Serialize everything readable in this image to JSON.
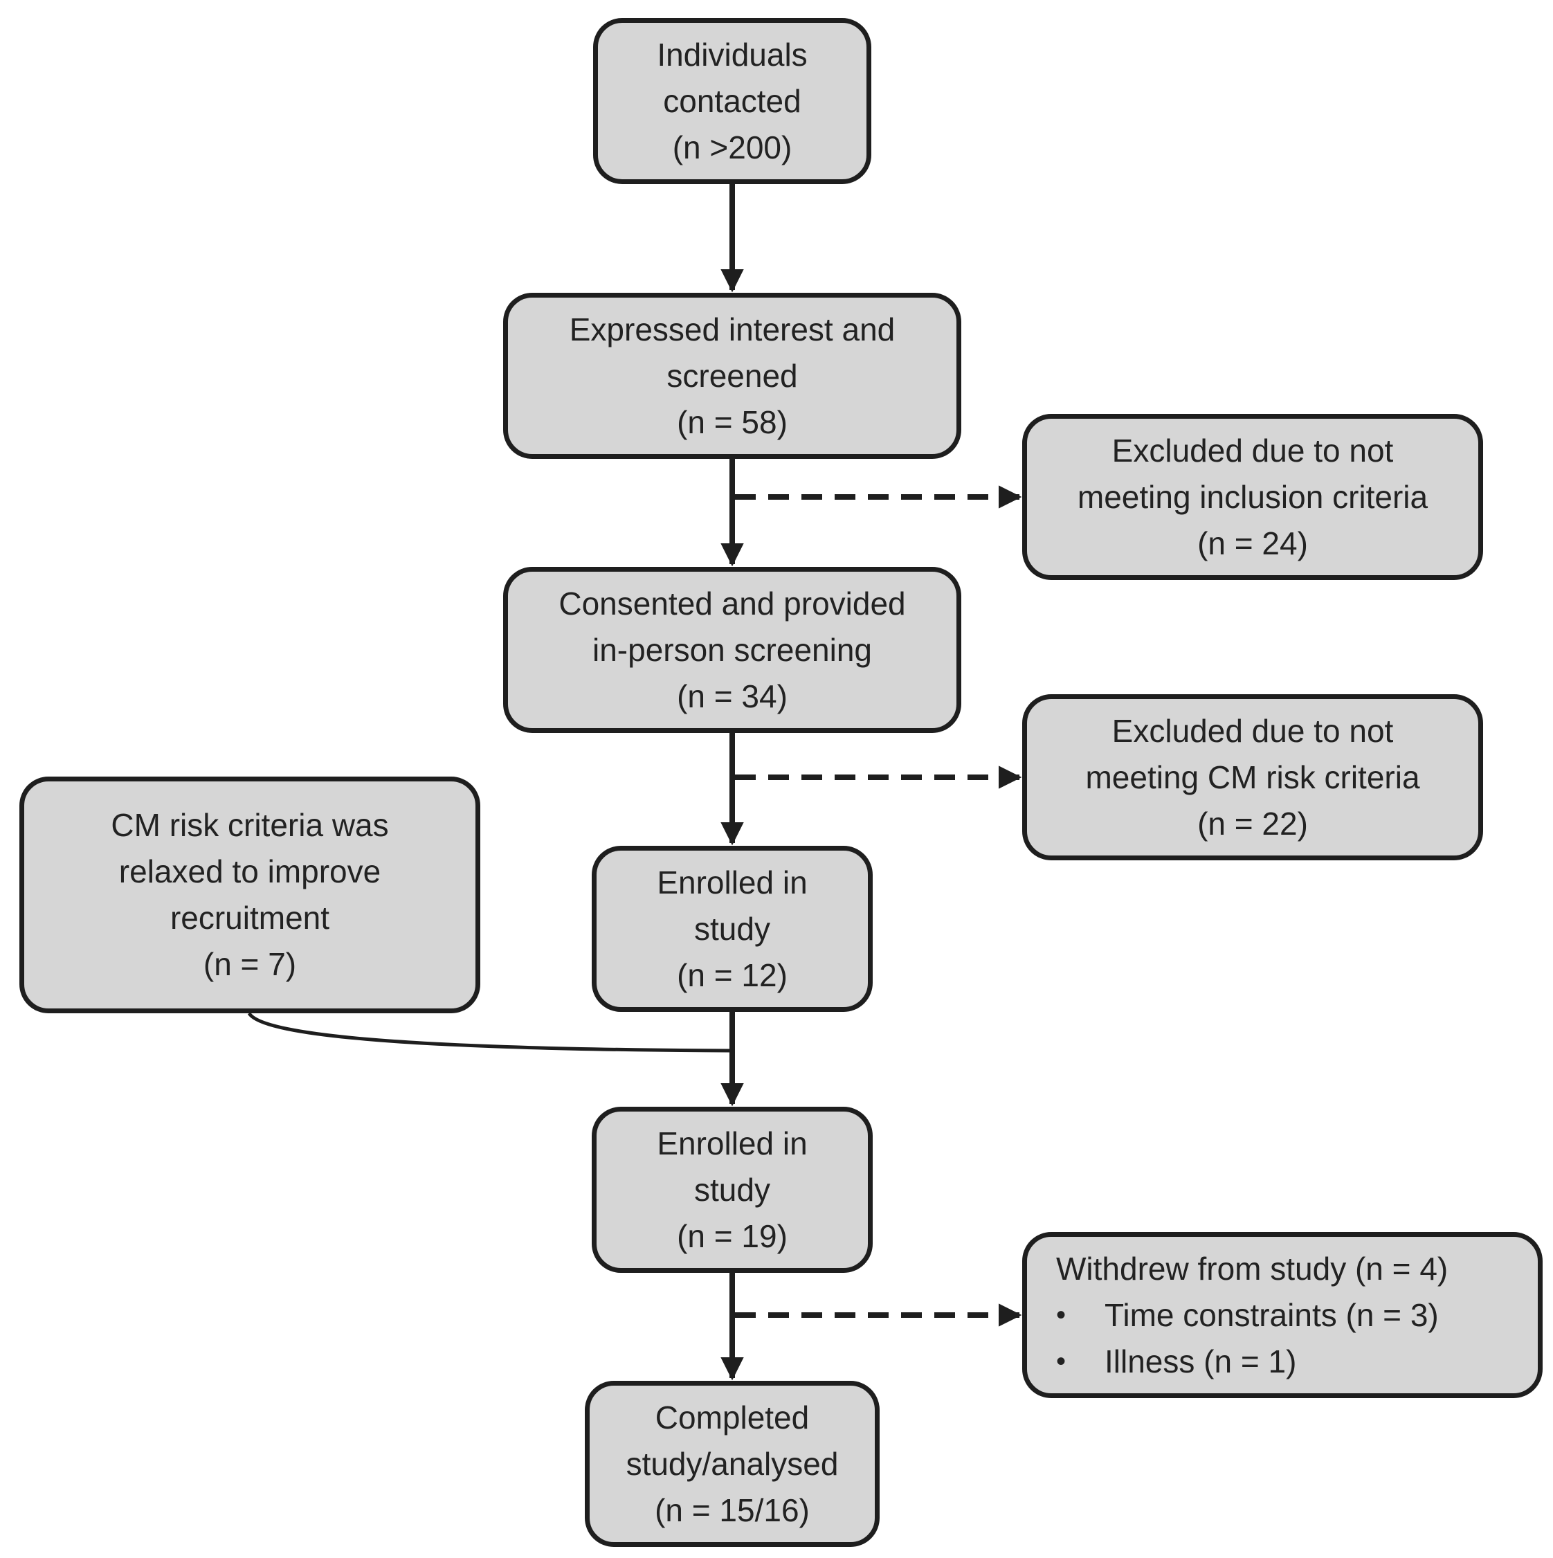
{
  "colors": {
    "box_fill": "#d6d6d6",
    "box_border": "#1e1e1e",
    "line": "#1e1e1e",
    "background": "#ffffff"
  },
  "flow": {
    "contacted": [
      "Individuals",
      "contacted",
      "(n >200)"
    ],
    "screened": [
      "Expressed interest and",
      "screened",
      "(n = 58)"
    ],
    "consented": [
      "Consented and provided",
      "in-person screening",
      "(n = 34)"
    ],
    "enrolled_12": [
      "Enrolled in",
      "study",
      "(n = 12)"
    ],
    "enrolled_19": [
      "Enrolled in",
      "study",
      "(n = 19)"
    ],
    "completed": [
      "Completed",
      "study/analysed",
      "(n = 15/16)"
    ]
  },
  "side": {
    "excluded_inclusion": [
      "Excluded due to not",
      "meeting inclusion criteria",
      "(n = 24)"
    ],
    "excluded_cm": [
      "Excluded due to not",
      "meeting CM risk criteria",
      "(n = 22)"
    ],
    "relaxed": [
      "CM risk criteria was",
      "relaxed to improve",
      "recruitment",
      "(n = 7)"
    ],
    "withdrew": {
      "heading": "Withdrew from study (n = 4)",
      "bullet": "•",
      "items": [
        "Time constraints (n = 3)",
        "Illness (n = 1)"
      ]
    }
  }
}
